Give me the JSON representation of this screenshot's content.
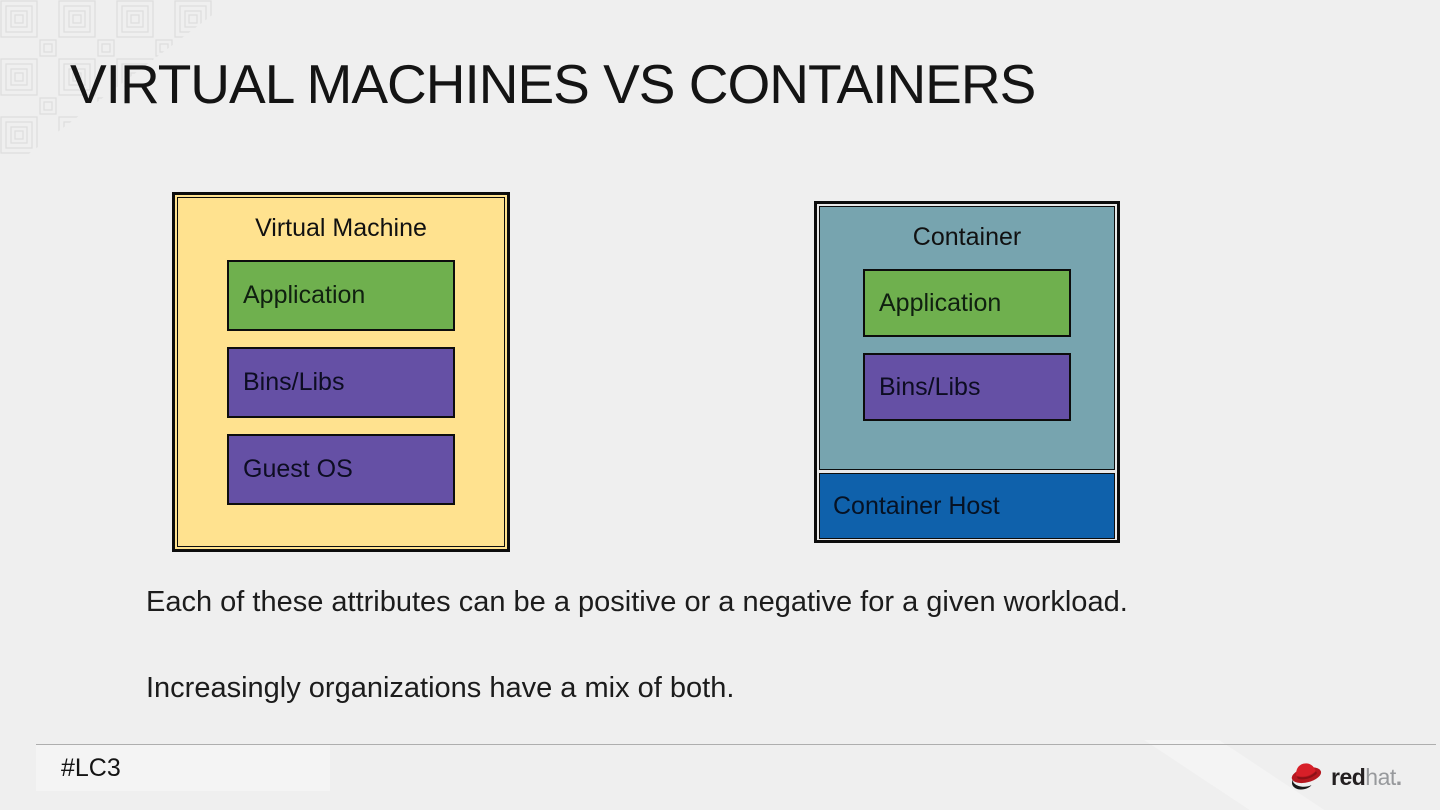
{
  "slide": {
    "title": "VIRTUAL MACHINES VS CONTAINERS",
    "vm_diagram": {
      "title": "Virtual Machine",
      "layers": [
        "Application",
        "Bins/Libs",
        "Guest OS"
      ]
    },
    "container_diagram": {
      "title": "Container",
      "layers": [
        "Application",
        "Bins/Libs"
      ],
      "host_label": "Container Host"
    },
    "body": {
      "line1": "Each of these attributes can be a positive or a negative for a given workload.",
      "line2": "Increasingly organizations have a mix of both."
    },
    "footer": {
      "hashtag": "#LC3",
      "logo_red": "red",
      "logo_hat": "hat",
      "logo_dot": "."
    },
    "colors": {
      "slide_background": "#efefef",
      "vm_background": "#ffe28f",
      "application_green": "#6fb04e",
      "bins_libs_purple": "#6550a5",
      "container_background": "#77a4af",
      "container_host_blue": "#0f61ab",
      "redhat_red": "#cc2029",
      "box_border": "#0d0d0d"
    }
  }
}
